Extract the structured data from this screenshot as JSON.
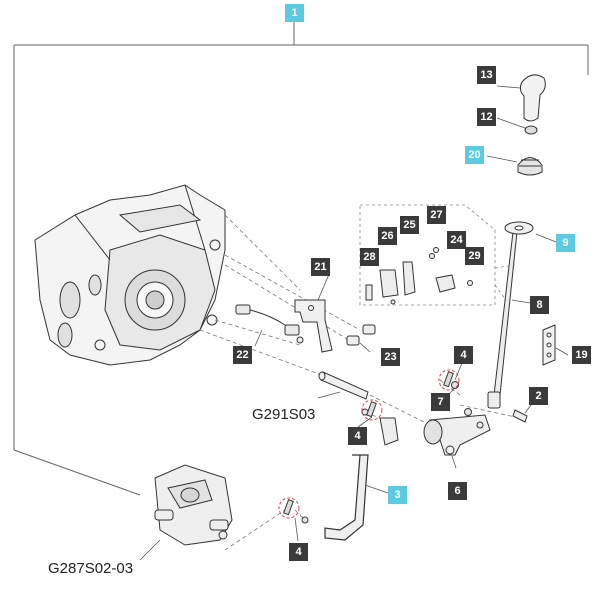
{
  "diagram": {
    "callouts": {
      "c1": "1",
      "c2": "2",
      "c3": "3",
      "c4a": "4",
      "c4b": "4",
      "c4c": "4",
      "c6": "6",
      "c7": "7",
      "c8": "8",
      "c9": "9",
      "c12": "12",
      "c13": "13",
      "c19": "19",
      "c20": "20",
      "c21": "21",
      "c22": "22",
      "c23": "23",
      "c24": "24",
      "c25": "25",
      "c26": "26",
      "c27": "27",
      "c28": "28",
      "c29": "29"
    },
    "references": {
      "r1": "G291S03",
      "r2": "G287S02-03"
    },
    "colors": {
      "callout_dark": "#3a3a3a",
      "callout_highlight": "#5ccbe0",
      "line": "#555555"
    }
  }
}
